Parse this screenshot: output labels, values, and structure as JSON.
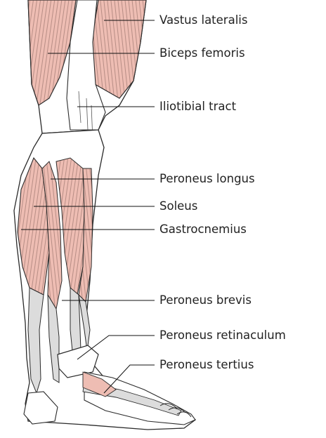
{
  "labels": [
    {
      "id": "vastus-lateralis",
      "text": "Vastus lateralis"
    },
    {
      "id": "biceps-femoris",
      "text": "Biceps femoris"
    },
    {
      "id": "iliotibial-tract",
      "text": "Iliotibial tract"
    },
    {
      "id": "peroneus-longus",
      "text": "Peroneus longus"
    },
    {
      "id": "soleus",
      "text": "Soleus"
    },
    {
      "id": "gastrocnemius",
      "text": "Gastrocnemius"
    },
    {
      "id": "peroneus-brevis",
      "text": "Peroneus brevis"
    },
    {
      "id": "peroneus-retinaculum",
      "text": "Peroneus retinaculum"
    },
    {
      "id": "peroneus-tertius",
      "text": "Peroneus tertius"
    }
  ],
  "colors": {
    "muscle": "#eebdb3",
    "tendon": "#dcdcdc",
    "outline": "#2a2a2a",
    "leader": "#111111"
  }
}
